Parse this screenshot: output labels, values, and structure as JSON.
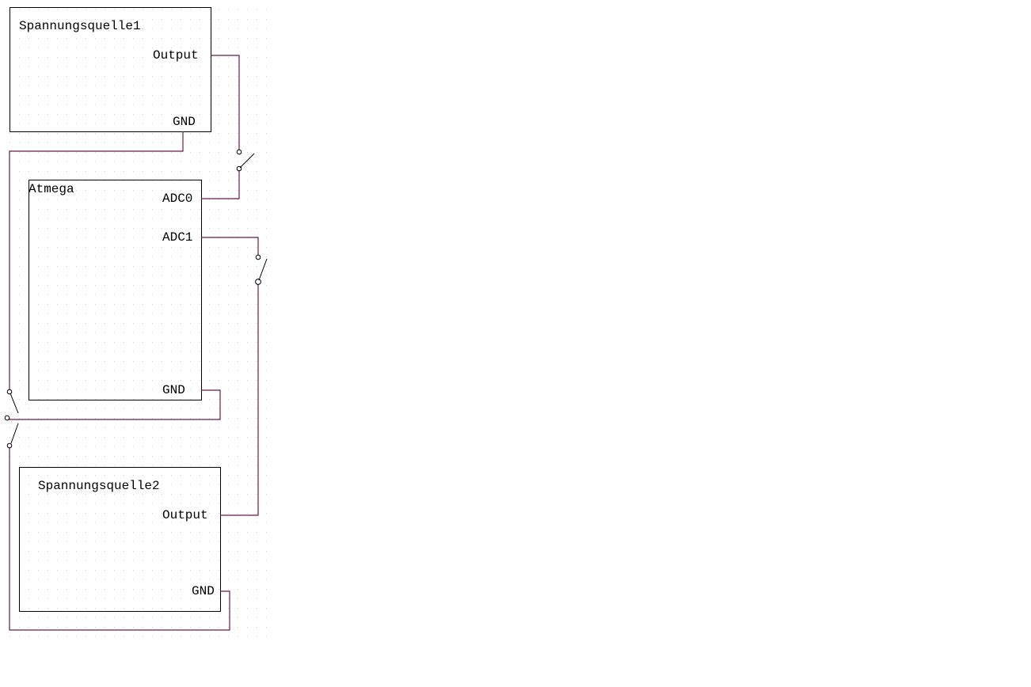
{
  "blocks": {
    "source1": {
      "title": "Spannungsquelle1",
      "output_label": "Output",
      "gnd_label": "GND"
    },
    "atmega": {
      "title": "Atmega",
      "adc0_label": "ADC0",
      "adc1_label": "ADC1",
      "gnd_label": "GND"
    },
    "source2": {
      "title": "Spannungsquelle2",
      "output_label": "Output",
      "gnd_label": "GND"
    }
  },
  "colors": {
    "wire": "#6b1a4a",
    "grid_dot": "#d0d0d0",
    "outline": "#000000"
  }
}
